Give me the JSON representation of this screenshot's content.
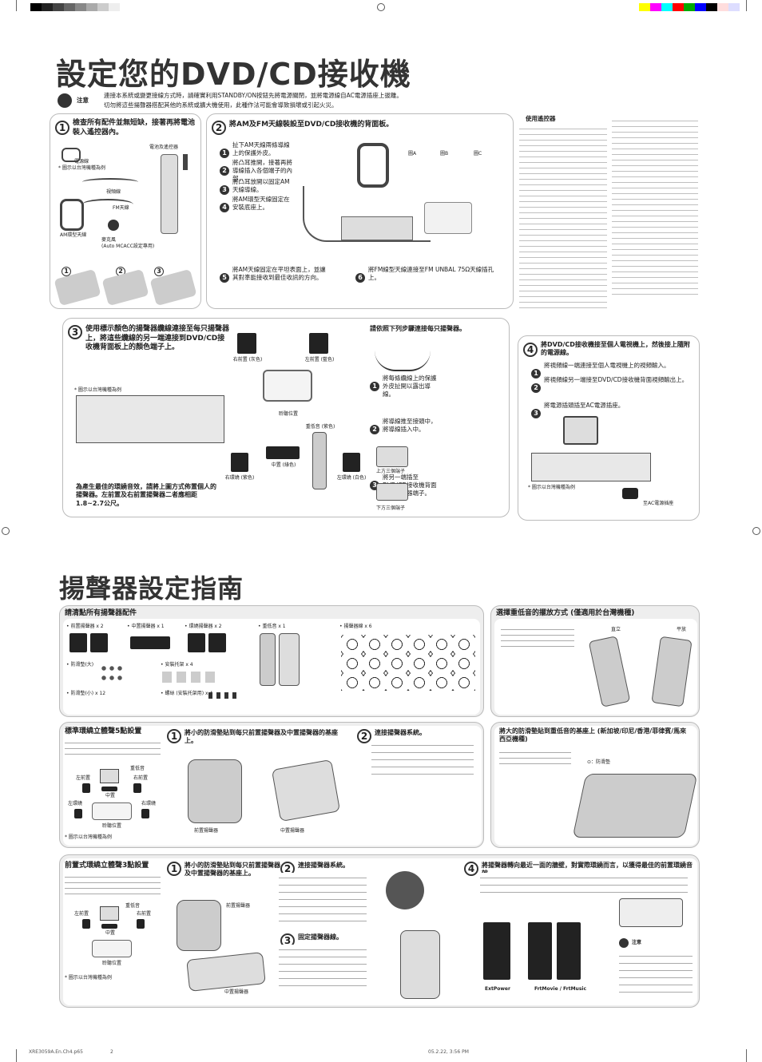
{
  "header_title": "設定您的DVD/CD接收機",
  "note_label": "注意",
  "note_lines": [
    "連接本系統或變更接線方式時，請確實利用STANDBY/ON按鈕先將電源關閉，並將電源線自AC電源插座上拔離。",
    "切勿將這些揚聲器搭配其他的系統或擴大機使用，此種作法可能會導致損壞或引起火災。"
  ],
  "step1": {
    "num": "1",
    "title": "檢查所有配件並無短缺，接著再將電池裝入遙控器內。",
    "items": [
      "電池及遙控器",
      "電源線",
      "* 圖示以台灣機種為例",
      "視頻線",
      "FM天線",
      "AM環型天線",
      "麥克風",
      "(Auto MCACC設定專用)"
    ],
    "subs": [
      "1",
      "2",
      "3"
    ]
  },
  "step2": {
    "num": "2",
    "title": "將AM及FM天線裝設至DVD/CD接收機的背面板。",
    "steps": [
      "扯下AM天線兩條導線上的保護外皮。",
      "將凸耳推開，接著再將導線插入各個端子的內部。",
      "將凸耳放開以固定AM天線導線。",
      "將AM環型天線固定在安裝底座上。",
      "將AM天線固定在平坦表面上，並讓其對準能接收到最佳收訊的方向。",
      "將FM線型天線連接至FM UNBAL 75Ω天線插孔上。"
    ],
    "labels": [
      "圖A",
      "圖B",
      "圖C"
    ]
  },
  "step3": {
    "num": "3",
    "title": "使用標示顏色的揚聲器纜線連接至每只揚聲器上，將這些纜線的另一端連接到DVD/CD接收機背面板上的顏色端子上。",
    "caption": "為產生最佳的環繞音效，請將上圖方式佈置個人的揚聲器。左前置及右前置揚聲器二者應相距1.8~2.7公尺。",
    "labels": [
      "右前置 (灰色)",
      "左前置 (藍色)",
      "中置 (綠色)",
      "右環繞 (紫色)",
      "左環繞 (白色)",
      "重低音 (紫色)",
      "聆聽位置",
      "* 圖示以台灣機種為例"
    ]
  },
  "step3b": {
    "title": "請依照下列步驟連接每只揚聲器。",
    "steps": [
      "將每條纜線上的保護外皮扯開以露出導線。",
      "將導線推至接頭中，將導線插入中。",
      "將另一端插至DVD/CD接收機背面上的揚聲器端子。"
    ],
    "labels": [
      "上方三個端子",
      "下方三個端子"
    ]
  },
  "step4": {
    "num": "4",
    "title": "將DVD/CD接收機接至個人電視機上，然後接上隨附的電源線。",
    "steps": [
      "將視頻線一端連接至個人電視機上的視頻輸入。",
      "將視頻線另一端接至DVD/CD接收機背面視頻輸出上。",
      "將電源插頭插至AC電源插座。"
    ],
    "labels": [
      "* 圖示以台灣機種為例",
      "至AC電源插座"
    ]
  },
  "right_notes_title": "使用遙控器",
  "speaker_title": "揚聲器設定指南",
  "accessories": {
    "title": "請清點所有揚聲器配件",
    "items": [
      "• 前置揚聲器 x 2",
      "• 中置揚聲器 x 1",
      "• 環繞揚聲器 x 2",
      "• 重低音 x 1",
      "• 揚聲器線 x 6",
      "• 防滑墊(大)",
      "• 安裝托架 x 4",
      "• 防滑墊(小) x 12",
      "• 螺絲 (安裝托架用) x 4"
    ]
  },
  "tilt": {
    "title": "選擇重低音的擺放方式 (僅適用於台灣機種)",
    "labels": [
      "直立",
      "平放"
    ]
  },
  "std": {
    "title": "標準環繞立體聲5點設置",
    "labels": [
      "重低音",
      "左前置",
      "右前置",
      "中置",
      "左環繞",
      "右環繞",
      "聆聽位置",
      "* 圖示以台灣機種為例"
    ]
  },
  "std1": {
    "num": "1",
    "title": "將小的防滑墊貼到每只前置揚聲器及中置揚聲器的基座上。",
    "labels": [
      "前置揚聲器",
      "中置揚聲器"
    ]
  },
  "std2": {
    "num": "2",
    "title": "連接揚聲器系統。"
  },
  "sub_pads": {
    "title": "將大的防滑墊貼到重低音的基座上 (新加坡/印尼/香港/菲律賓/馬來西亞機種)",
    "label": "⊙：防滑墊"
  },
  "front": {
    "title": "前置式環繞立體聲3點設置",
    "labels": [
      "重低音",
      "左前置",
      "右前置",
      "中置",
      "聆聽位置",
      "* 圖示以台灣機種為例"
    ]
  },
  "front1": {
    "num": "1",
    "title": "將小的防滑墊貼到每只前置揚聲器及中置揚聲器的基座上。",
    "labels": [
      "前置揚聲器",
      "中置揚聲器"
    ]
  },
  "front2": {
    "num": "2",
    "title": "連接揚聲器系統。"
  },
  "front3": {
    "num": "3",
    "title": "固定揚聲器線。"
  },
  "front4": {
    "num": "4",
    "title": "將揚聲器轉向最近一面的牆壁，對實際環繞而言，以獲得最佳的前置環繞音效。",
    "labels": [
      "ExtPower",
      "FrtMovie / FrtMusic"
    ],
    "note": "注意"
  },
  "footer": {
    "left": "XRE3059A.En.Ch4.p65",
    "page": "2",
    "date": "05.2.22, 3:56 PM"
  }
}
